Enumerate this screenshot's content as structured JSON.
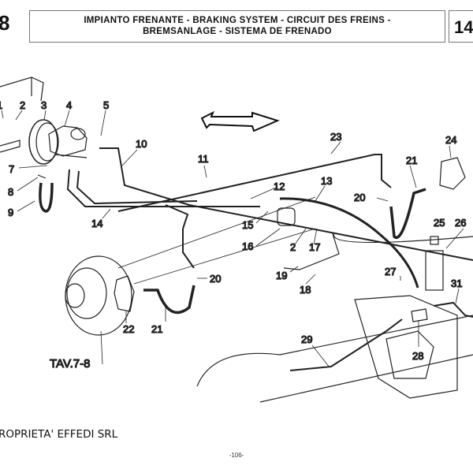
{
  "header": {
    "section_number": "8",
    "title_line1": "IMPIANTO FRENANTE - BRAKING SYSTEM - CIRCUIT DES FREINS -",
    "title_line2": "BREMSANLAGE - SISTEMA DE FRENADO",
    "table_number": "14"
  },
  "diagram": {
    "callouts": [
      "1",
      "2",
      "3",
      "4",
      "5",
      "7",
      "8",
      "9",
      "10",
      "11",
      "12",
      "13",
      "14",
      "15",
      "16",
      "2",
      "17",
      "18",
      "19",
      "20",
      "20",
      "21",
      "21",
      "22",
      "23",
      "24",
      "25",
      "26",
      "27",
      "28",
      "29",
      "31"
    ],
    "reference": "TAV.7-8"
  },
  "footer": {
    "owner": "ROPRIETA' EFFEDI SRL",
    "page": "-106-"
  }
}
